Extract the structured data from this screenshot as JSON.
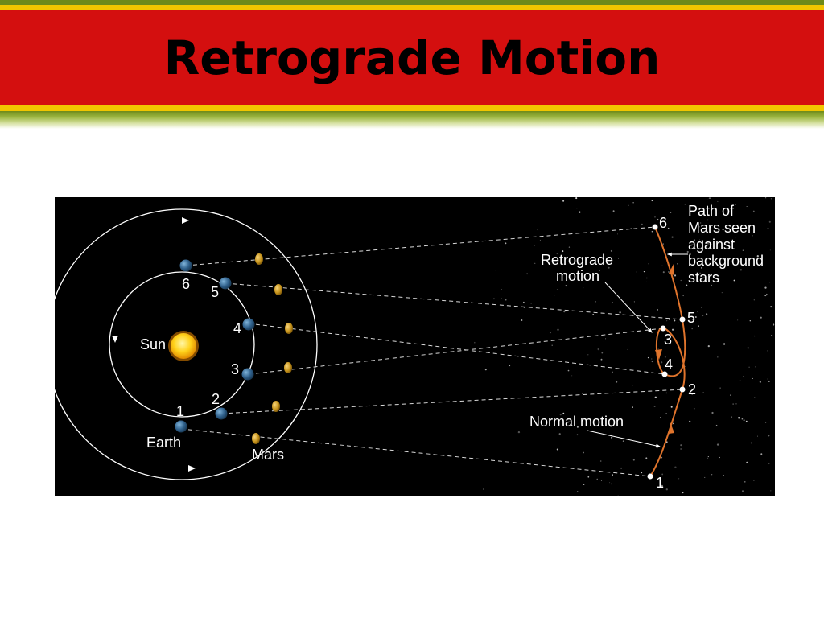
{
  "slide": {
    "title": "Retrograde Motion"
  },
  "diagram": {
    "sun_label": "Sun",
    "earth_label": "Earth",
    "mars_label": "Mars",
    "position_labels": [
      "1",
      "2",
      "3",
      "4",
      "5",
      "6"
    ],
    "retrograde_label_line1": "Retrograde",
    "retrograde_label_line2": "motion",
    "normal_motion_label": "Normal motion",
    "path_label_lines": [
      "Path of",
      "Mars seen",
      "against",
      "background",
      "stars"
    ],
    "colors": {
      "background": "#000000",
      "earth": "#2e5f8a",
      "mars": "#c9961e",
      "sun": "#ffd21a",
      "path": "#e0742c",
      "orbit": "#ffffff"
    }
  }
}
